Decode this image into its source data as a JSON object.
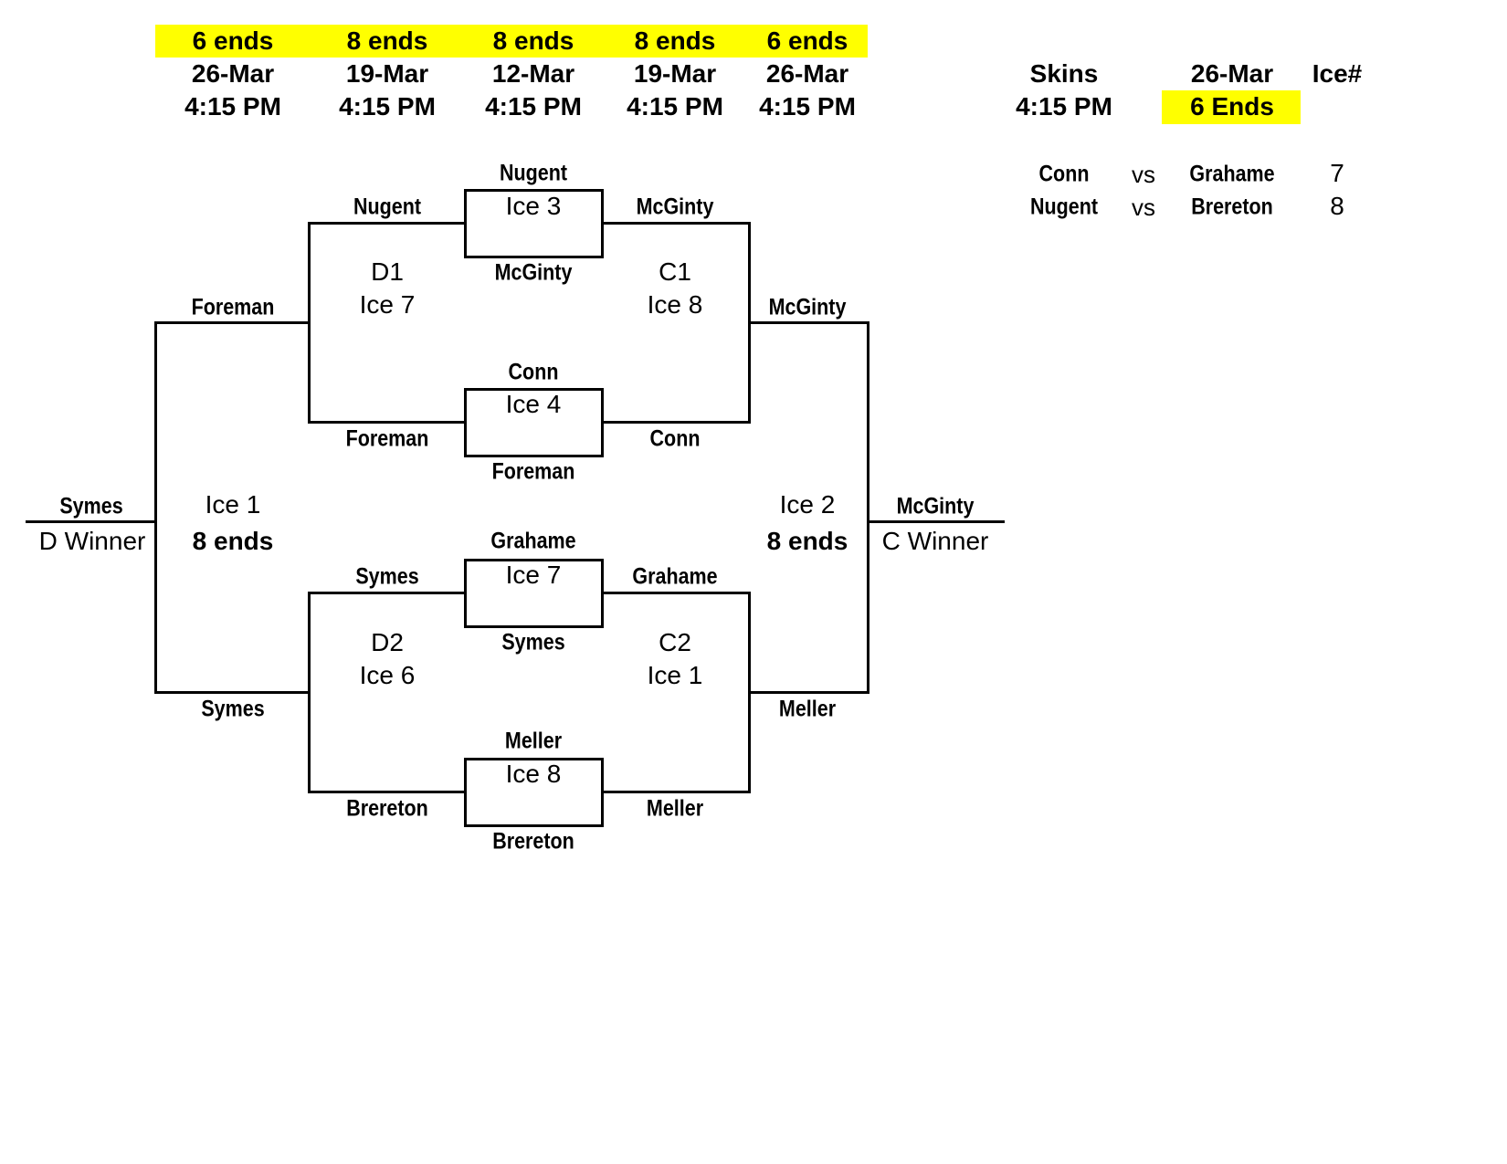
{
  "schedule": [
    {
      "ends": "6 ends",
      "date": "26-Mar",
      "time": "4:15 PM"
    },
    {
      "ends": "8 ends",
      "date": "19-Mar",
      "time": "4:15 PM"
    },
    {
      "ends": "8 ends",
      "date": "12-Mar",
      "time": "4:15 PM"
    },
    {
      "ends": "8 ends",
      "date": "19-Mar",
      "time": "4:15 PM"
    },
    {
      "ends": "6 ends",
      "date": "26-Mar",
      "time": "4:15 PM"
    }
  ],
  "skins": {
    "title": "Skins",
    "time": "4:15 PM",
    "date": "26-Mar",
    "ends": "6 Ends",
    "ice_header": "Ice#",
    "games": [
      {
        "team1": "Conn",
        "vs": "vs",
        "team2": "Grahame",
        "ice": "7"
      },
      {
        "team1": "Nugent",
        "vs": "vs",
        "team2": "Brereton",
        "ice": "8"
      }
    ]
  },
  "bracket": {
    "first_round": [
      {
        "top": "Nugent",
        "ice": "Ice 3",
        "bottom": "McGinty"
      },
      {
        "top": "Conn",
        "ice": "Ice 4",
        "bottom": "Foreman"
      },
      {
        "top": "Grahame",
        "ice": "Ice 7",
        "bottom": "Symes"
      },
      {
        "top": "Meller",
        "ice": "Ice 8",
        "bottom": "Brereton"
      }
    ],
    "d1": {
      "name": "D1",
      "ice": "Ice 7",
      "top": "Nugent",
      "bottom": "Foreman"
    },
    "c1": {
      "name": "C1",
      "ice": "Ice 8",
      "top": "McGinty",
      "bottom": "Conn"
    },
    "d2": {
      "name": "D2",
      "ice": "Ice 6",
      "top": "Symes",
      "bottom": "Brereton"
    },
    "c2": {
      "name": "C2",
      "ice": "Ice 1",
      "top": "Grahame",
      "bottom": "Meller"
    },
    "d_final": {
      "ice": "Ice 1",
      "ends": "8 ends",
      "top": "Foreman",
      "bottom": "Symes"
    },
    "c_final": {
      "ice": "Ice 2",
      "ends": "8 ends",
      "top": "McGinty",
      "bottom": "Meller"
    },
    "d_winner": {
      "name": "Symes",
      "label": "D Winner"
    },
    "c_winner": {
      "name": "McGinty",
      "label": "C Winner"
    }
  }
}
